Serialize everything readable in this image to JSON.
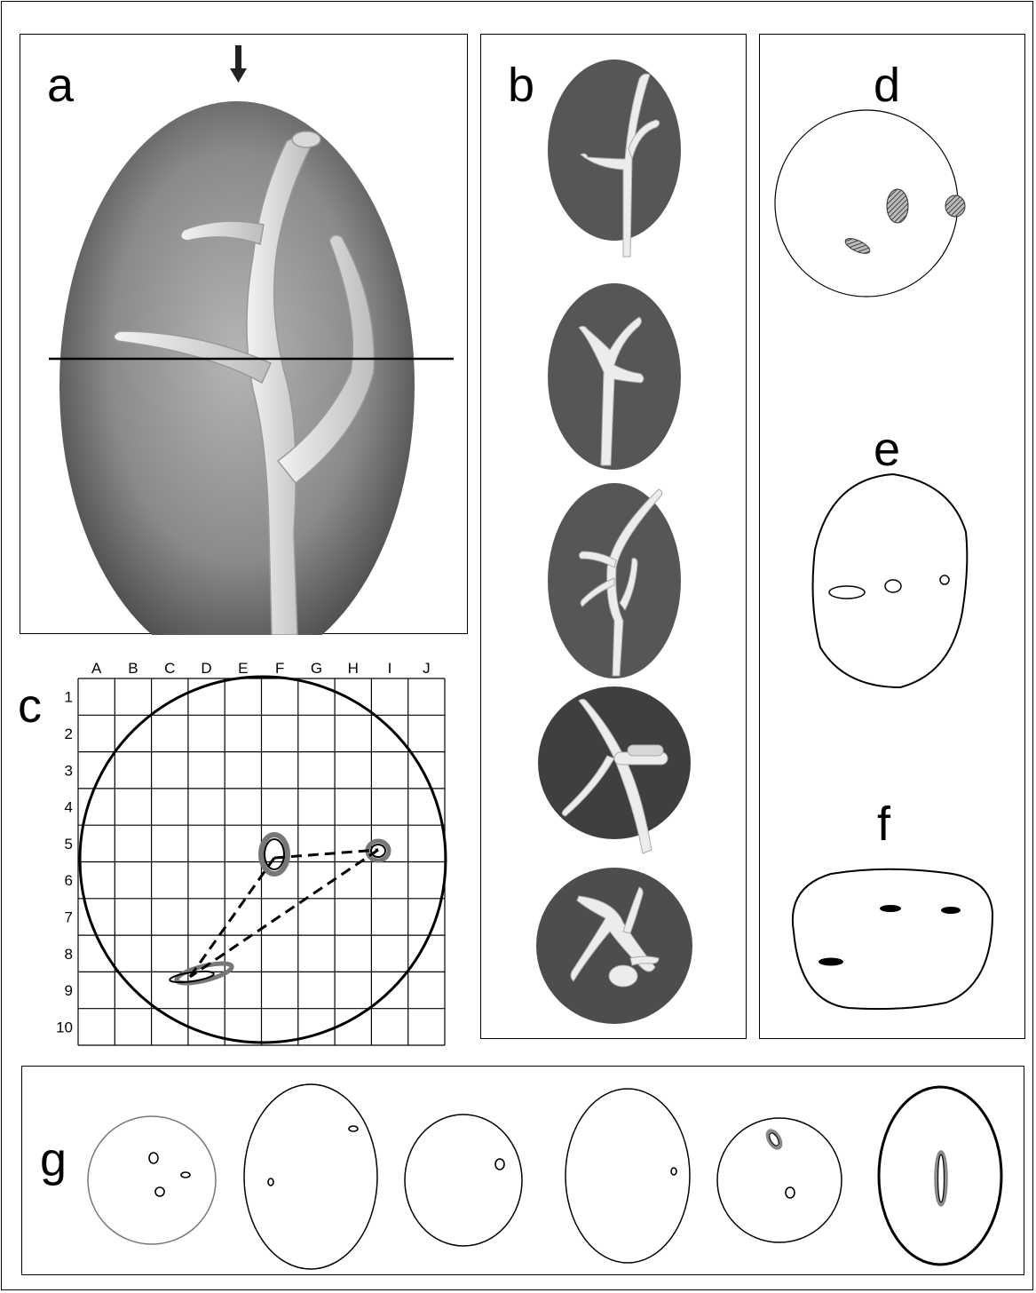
{
  "panels": {
    "a": {
      "label": "a"
    },
    "b": {
      "label": "b"
    },
    "c": {
      "label": "c"
    },
    "d": {
      "label": "d"
    },
    "e": {
      "label": "e"
    },
    "f": {
      "label": "f"
    },
    "g": {
      "label": "g"
    }
  },
  "grid": {
    "columns": [
      "A",
      "B",
      "C",
      "D",
      "E",
      "F",
      "G",
      "H",
      "I",
      "J"
    ],
    "rows": [
      "1",
      "2",
      "3",
      "4",
      "5",
      "6",
      "7",
      "8",
      "9",
      "10"
    ]
  },
  "colors": {
    "line": "#000000",
    "ovoid_dark": "#3a3a3a",
    "ovoid_light": "#9a9a9a",
    "branch_fill": "#e6e6e6",
    "disc_fill": "#4d4d4d"
  }
}
